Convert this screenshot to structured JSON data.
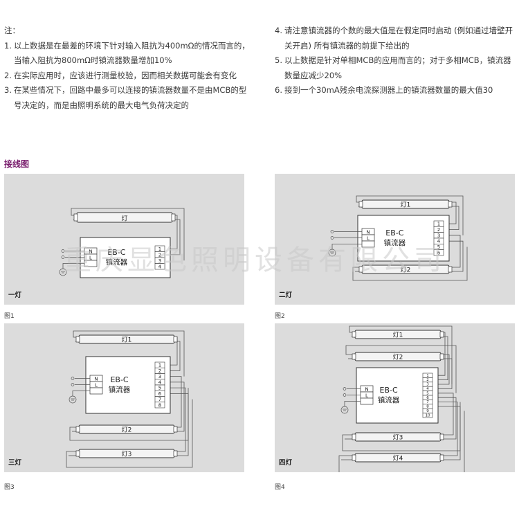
{
  "notes": {
    "heading": "注：",
    "items": [
      {
        "num": "1.",
        "text": "以上数据是在最差的环境下针对输入阻抗为400mΩ的情况而言的，当输入阻抗为800mΩ时镇流器数量增加10%"
      },
      {
        "num": "2.",
        "text": "在实际应用时，应该进行测量校验，因而相关数据可能会有变化"
      },
      {
        "num": "3.",
        "text": "在某些情况下，回路中最多可以连接的镇流器数量不是由MCB的型号决定的，而是由照明系统的最大电气负荷决定的"
      },
      {
        "num": "4.",
        "text": "请注意镇流器的个数的最大值是在假定同时启动 (例如通过墙壁开关开启) 所有镇流器的前提下给出的"
      },
      {
        "num": "5.",
        "text": "以上数据是针对单相MCB的应用而言的；对于多相MCB，镇流器数量应减少20%"
      },
      {
        "num": "6.",
        "text": "接到一个30mA残余电流探测器上的镇流器数量的最大值30"
      }
    ]
  },
  "section_title": "接线图",
  "ballast": {
    "line1": "EB-C",
    "line2": "镇流器",
    "n": "N",
    "l": "L"
  },
  "diagrams": [
    {
      "label": "一灯",
      "caption": "图1",
      "lamps": [
        "灯"
      ],
      "terminals": [
        "1",
        "2",
        "3",
        "4"
      ]
    },
    {
      "label": "二灯",
      "caption": "图2",
      "lamps": [
        "灯1",
        "灯2"
      ],
      "terminals": [
        "1",
        "2",
        "3",
        "4",
        "5",
        "6"
      ]
    },
    {
      "label": "三灯",
      "caption": "图3",
      "lamps": [
        "灯1",
        "灯2",
        "灯3"
      ],
      "terminals": [
        "1",
        "2",
        "3",
        "4",
        "5",
        "6",
        "7",
        "8"
      ]
    },
    {
      "label": "四灯",
      "caption": "图4",
      "lamps": [
        "灯1",
        "灯2",
        "灯3",
        "灯4"
      ],
      "terminals": [
        "1",
        "2",
        "3",
        "4",
        "5",
        "6",
        "7",
        "8",
        "9",
        "10"
      ]
    }
  ],
  "watermark": "重庆显色照明设备有限公司",
  "colors": {
    "title": "#7a1f6e",
    "panel": "#dcdcdc",
    "lamp": "#f4f4f4"
  }
}
